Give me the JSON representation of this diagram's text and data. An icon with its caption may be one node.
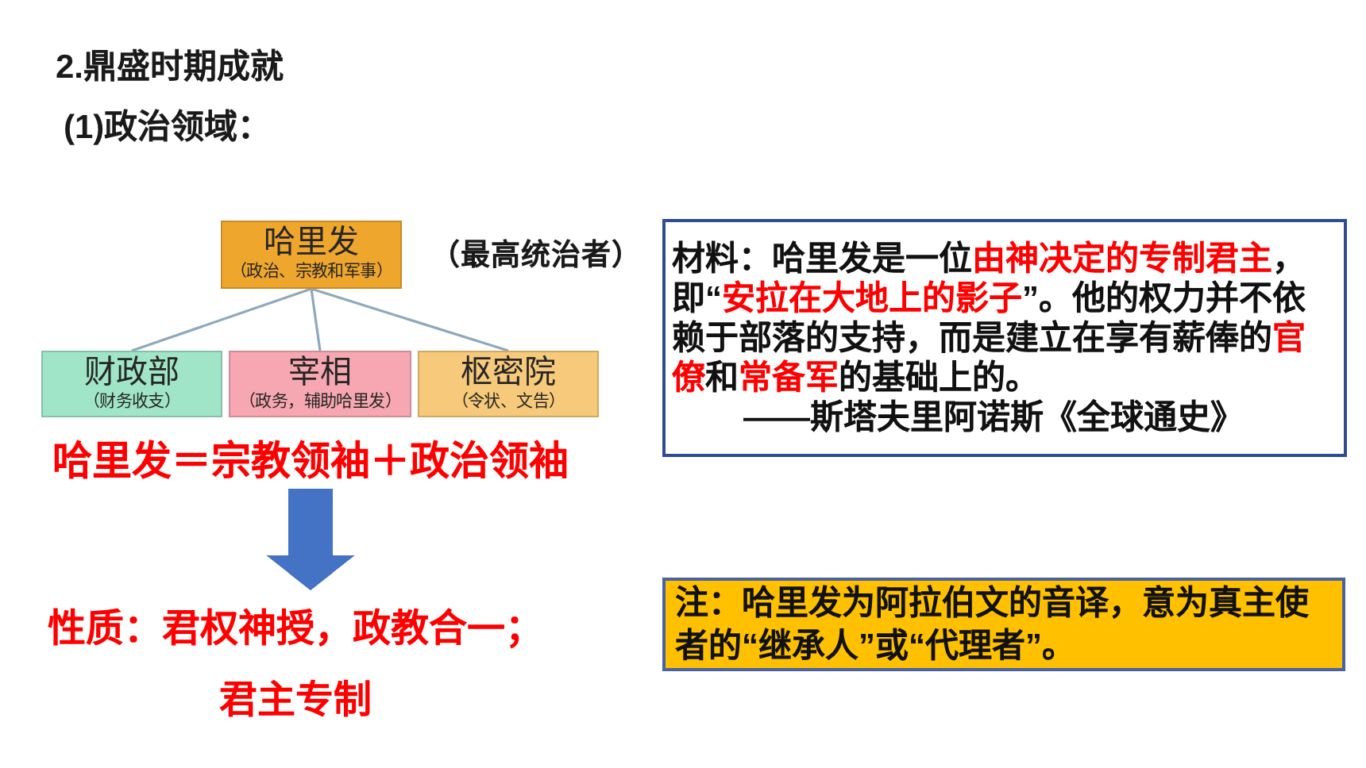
{
  "diagram": {
    "title": "2.鼎盛时期成就",
    "nodes": [
      {
        "text": [
          "哈里发",
          "（政治、宗教和军事）"
        ],
        "beside": [
          "（最高统治者）"
        ]
      },
      {
        "text": [
          "财政部",
          "（财务收支）"
        ]
      },
      {
        "text": [
          "宰相",
          "（政务，辅助哈里发）"
        ]
      },
      {
        "text": [
          "枢密院",
          "（令状、文告）"
        ]
      },
      {
        "text": [
          "材料：哈里发是一位**由神决定的专制君主**，即“**安拉在大地上的影子**”。他的权力并不依赖于部落的支持，而是建立在享有薪俸的**官僚**和**常备军**的基础上的。",
          "——斯塔夫里阿诺斯《全球通史》"
        ]
      },
      {
        "text": [
          "哈里发＝宗教领袖＋政治领袖"
        ]
      },
      {
        "text": [
          "性质：君权神授，政教合一；君主专制"
        ]
      },
      {
        "text": [
          "注：哈里发为阿拉伯文的音译，意为真主使者的“继承人”或“代理者”。"
        ]
      }
    ],
    "edges": [
      {
        "from": 0,
        "to": 1,
        "arrow": "none"
      },
      {
        "from": 0,
        "to": 2,
        "arrow": "none"
      },
      {
        "from": 0,
        "to": 3,
        "arrow": "none"
      },
      {
        "from": 5,
        "to": 6,
        "arrow": "to",
        "style": "thick",
        "color": "#4472c4"
      }
    ],
    "labels": [
      "(1)政治领域："
    ]
  }
}
